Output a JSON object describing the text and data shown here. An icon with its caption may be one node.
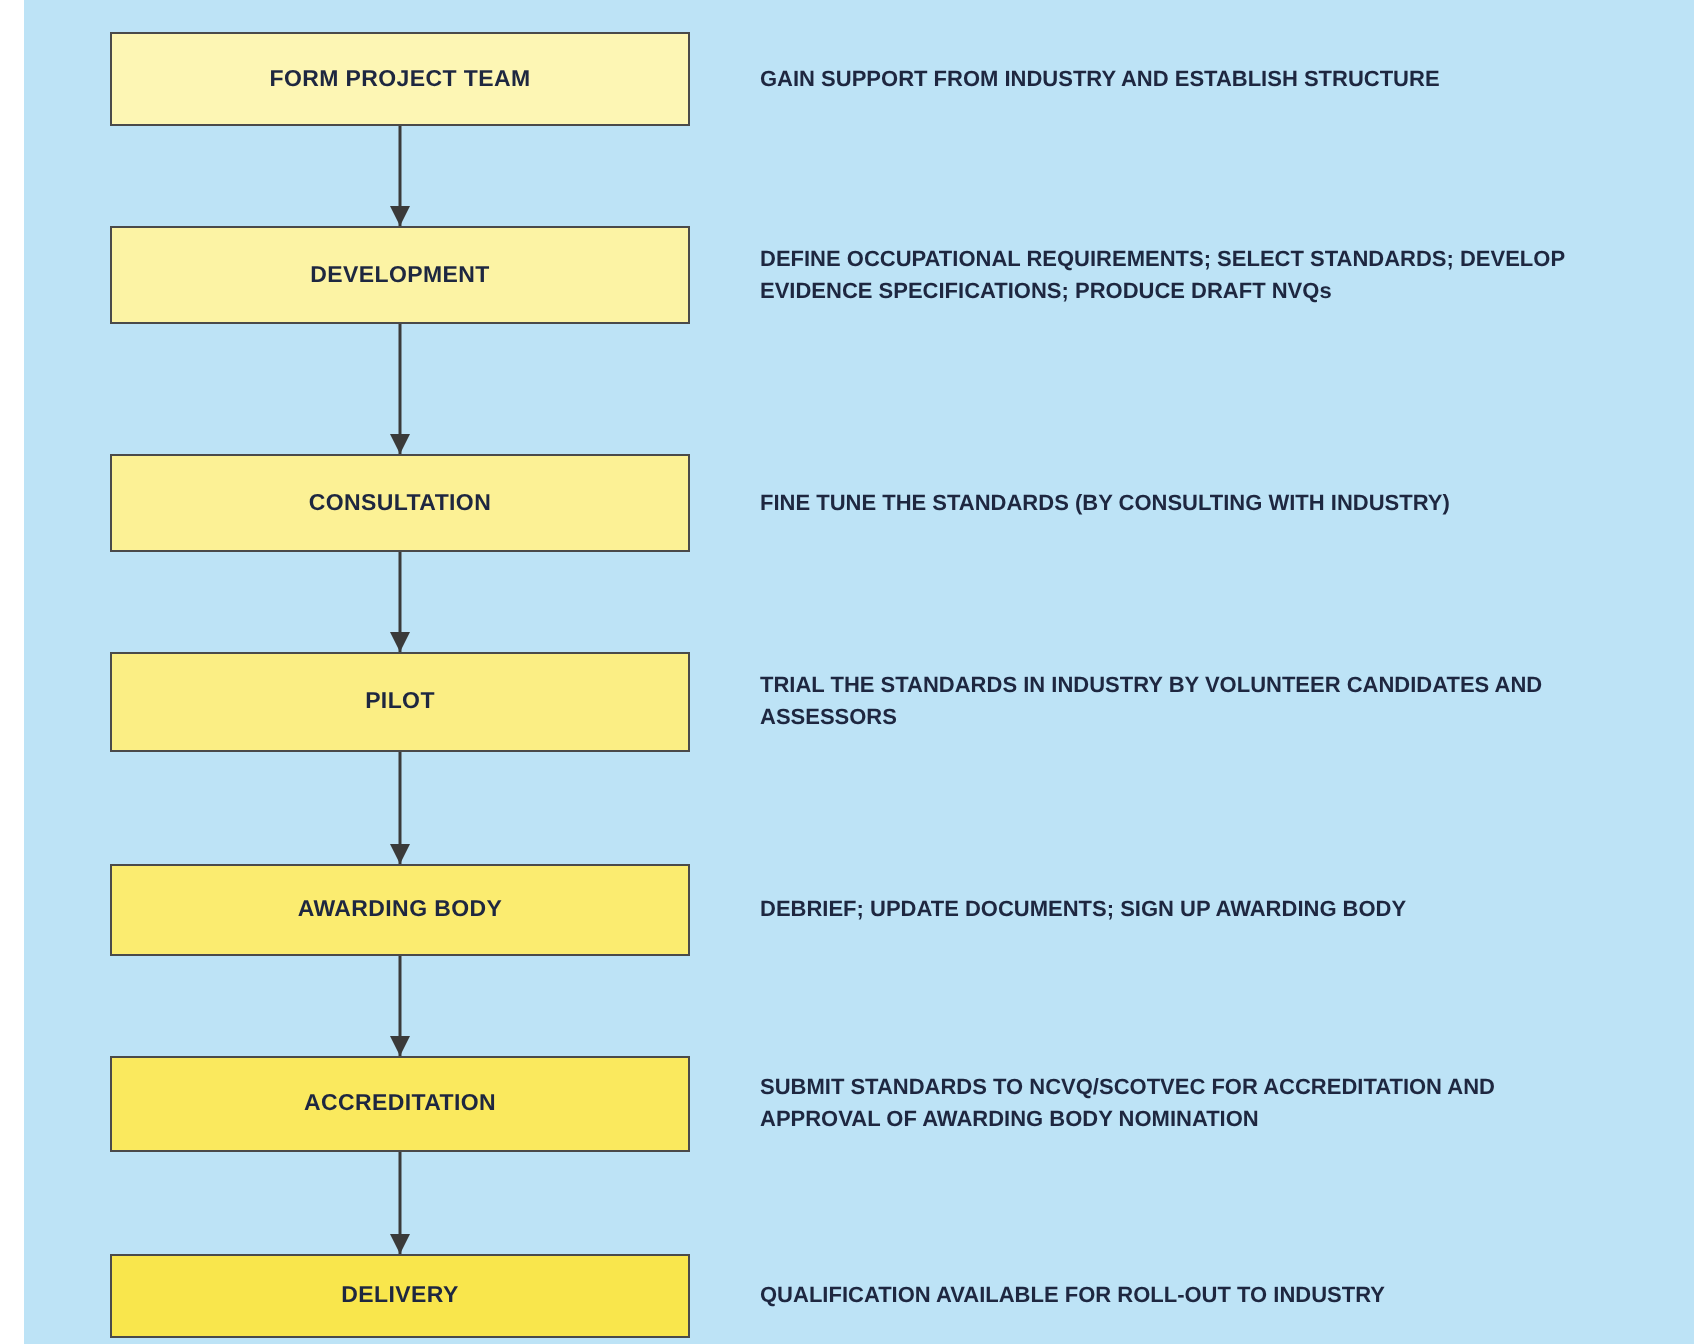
{
  "diagram": {
    "nodes": [
      {
        "text": [
          "FORM PROJECT TEAM"
        ],
        "beside": [
          "GAIN SUPPORT FROM INDUSTRY AND ESTABLISH STRUCTURE"
        ]
      },
      {
        "text": [
          "DEVELOPMENT"
        ],
        "beside": [
          "DEFINE OCCUPATIONAL REQUIREMENTS; SELECT STANDARDS; DEVELOP EVIDENCE SPECIFICATIONS; PRODUCE DRAFT NVQs"
        ]
      },
      {
        "text": [
          "CONSULTATION"
        ],
        "beside": [
          "FINE TUNE THE STANDARDS (BY CONSULTING WITH INDUSTRY)"
        ]
      },
      {
        "text": [
          "PILOT"
        ],
        "beside": [
          "TRIAL THE STANDARDS IN INDUSTRY BY VOLUNTEER CANDIDATES AND ASSESSORS"
        ]
      },
      {
        "text": [
          "AWARDING BODY"
        ],
        "beside": [
          "DEBRIEF; UPDATE DOCUMENTS; SIGN UP AWARDING BODY"
        ]
      },
      {
        "text": [
          "ACCREDITATION"
        ],
        "beside": [
          "SUBMIT STANDARDS TO NCVQ/SCOTVEC FOR ACCREDITATION AND APPROVAL OF AWARDING BODY NOMINATION"
        ]
      },
      {
        "text": [
          "DELIVERY"
        ],
        "beside": [
          "QUALIFICATION AVAILABLE FOR ROLL-OUT TO INDUSTRY"
        ]
      }
    ],
    "edges": [
      {
        "from": 0,
        "to": 1,
        "arrow": "to"
      },
      {
        "from": 1,
        "to": 2,
        "arrow": "to"
      },
      {
        "from": 2,
        "to": 3,
        "arrow": "to"
      },
      {
        "from": 3,
        "to": 4,
        "arrow": "to"
      },
      {
        "from": 4,
        "to": 5,
        "arrow": "to"
      },
      {
        "from": 5,
        "to": 6,
        "arrow": "to"
      }
    ]
  }
}
